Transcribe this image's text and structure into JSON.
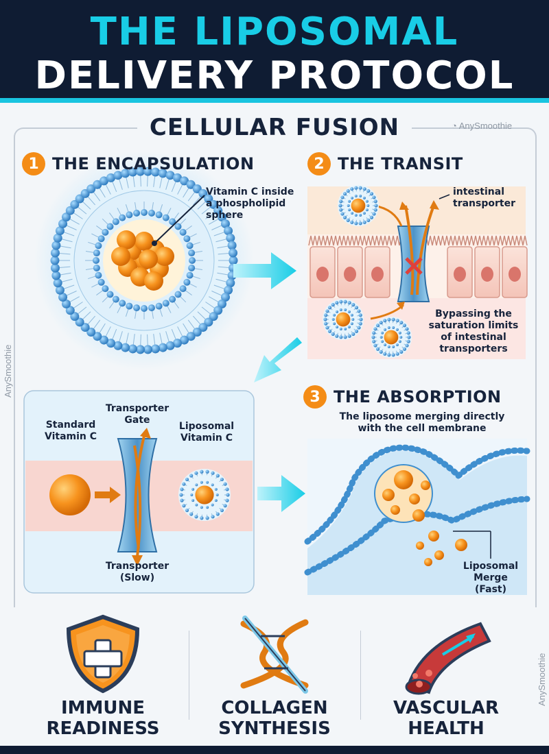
{
  "header": {
    "title_line1": "THE LIPOSOMAL",
    "title_line2": "DELIVERY PROTOCOL"
  },
  "section": {
    "title": "CELLULAR FUSION",
    "brand": "AnySmoothie"
  },
  "steps": [
    {
      "number": "1",
      "title": "THE ENCAPSULATION",
      "label_lines": [
        "Vitamin C inside",
        "a phospholipid",
        "sphere"
      ]
    },
    {
      "number": "2",
      "title": "THE TRANSIT",
      "transporter_label": [
        "intestinal",
        "transporter"
      ],
      "note_lines": [
        "Bypassing the",
        "saturation limits",
        "of intestinal",
        "transporters"
      ]
    },
    {
      "number": "3",
      "title": "THE ABSORPTION",
      "caption_lines": [
        "The liposome merging directly",
        "with the cell membrane"
      ],
      "merge_label": [
        "Liposomal",
        "Merge",
        "(Fast)"
      ]
    }
  ],
  "comparison": {
    "standard_label": [
      "Standard",
      "Vitamin C"
    ],
    "gate_label": [
      "Transporter",
      "Gate"
    ],
    "liposomal_label": [
      "Liposomal",
      "Vitamin C"
    ],
    "slow_label": [
      "Transporter",
      "(Slow)"
    ]
  },
  "benefits": [
    {
      "label_lines": [
        "IMMUNE",
        "READINESS"
      ],
      "icon": "shield-cross-icon"
    },
    {
      "label_lines": [
        "COLLAGEN",
        "SYNTHESIS"
      ],
      "icon": "collagen-helix-icon"
    },
    {
      "label_lines": [
        "VASCULAR",
        "HEALTH"
      ],
      "icon": "blood-vessel-icon"
    }
  ],
  "colors": {
    "navy": "#0f1c33",
    "cyan": "#19cde6",
    "orange": "#f48c16",
    "membrane_blue": "#3f8fcf"
  }
}
